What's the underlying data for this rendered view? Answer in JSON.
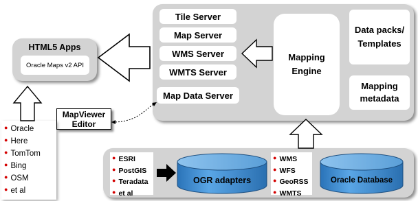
{
  "html5": {
    "title": "HTML5 Apps",
    "api": "Oracle Maps v2 API"
  },
  "servers": [
    "Tile Server",
    "Map Server",
    "WMS Server",
    "WMTS Server",
    "Map Data Server"
  ],
  "engine": {
    "line1": "Mapping",
    "line2": "Engine"
  },
  "datapacks": {
    "line1": "Data packs/",
    "line2": "Templates"
  },
  "metadata": {
    "line1": "Mapping",
    "line2": "metadata"
  },
  "editor": {
    "line1": "MapViewer",
    "line2": "Editor"
  },
  "providers": [
    "Oracle",
    "Here",
    "TomTom",
    "Bing",
    "OSM",
    "et al"
  ],
  "sources": [
    "ESRI",
    "PostGIS",
    "Teradata",
    "et al"
  ],
  "protocols": [
    "WMS",
    "WFS",
    "GeoRSS",
    "WMTS"
  ],
  "ogr": "OGR adapters",
  "oradb": "Oracle Database",
  "colors": {
    "panel": "#d3d3d3",
    "cylinder": "#3f8fd6",
    "bullet": "#d40000"
  }
}
